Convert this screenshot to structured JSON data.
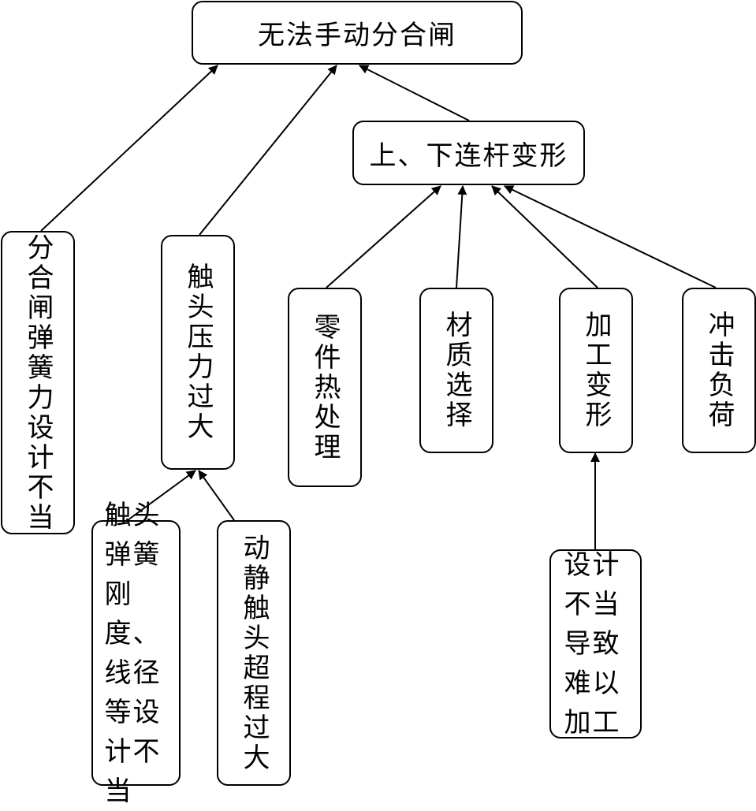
{
  "diagram": {
    "type": "fault-tree",
    "nodes": [
      {
        "id": "root",
        "label": "无法手动分合闸"
      },
      {
        "id": "spring",
        "label": "分合闸弹簧力设计不当"
      },
      {
        "id": "contact_pressure",
        "label": "触头压力过大"
      },
      {
        "id": "linkage",
        "label": "上、下连杆变形"
      },
      {
        "id": "heat_treat",
        "label": "零件热处理"
      },
      {
        "id": "material",
        "label": "材质选择"
      },
      {
        "id": "machining",
        "label": "加工变形"
      },
      {
        "id": "impact",
        "label": "冲击负荷"
      },
      {
        "id": "contact_spring",
        "label": "触头弹簧刚度、线径等设计不当"
      },
      {
        "id": "overtravel",
        "label": "动静触头超程过大"
      },
      {
        "id": "design_machining",
        "label": "设计不当导致难以加工"
      }
    ],
    "edges": [
      {
        "from": "spring",
        "to": "root"
      },
      {
        "from": "contact_pressure",
        "to": "root"
      },
      {
        "from": "linkage",
        "to": "root"
      },
      {
        "from": "heat_treat",
        "to": "linkage"
      },
      {
        "from": "material",
        "to": "linkage"
      },
      {
        "from": "machining",
        "to": "linkage"
      },
      {
        "from": "impact",
        "to": "linkage"
      },
      {
        "from": "contact_spring",
        "to": "contact_pressure"
      },
      {
        "from": "overtravel",
        "to": "contact_pressure"
      },
      {
        "from": "design_machining",
        "to": "machining"
      }
    ]
  }
}
